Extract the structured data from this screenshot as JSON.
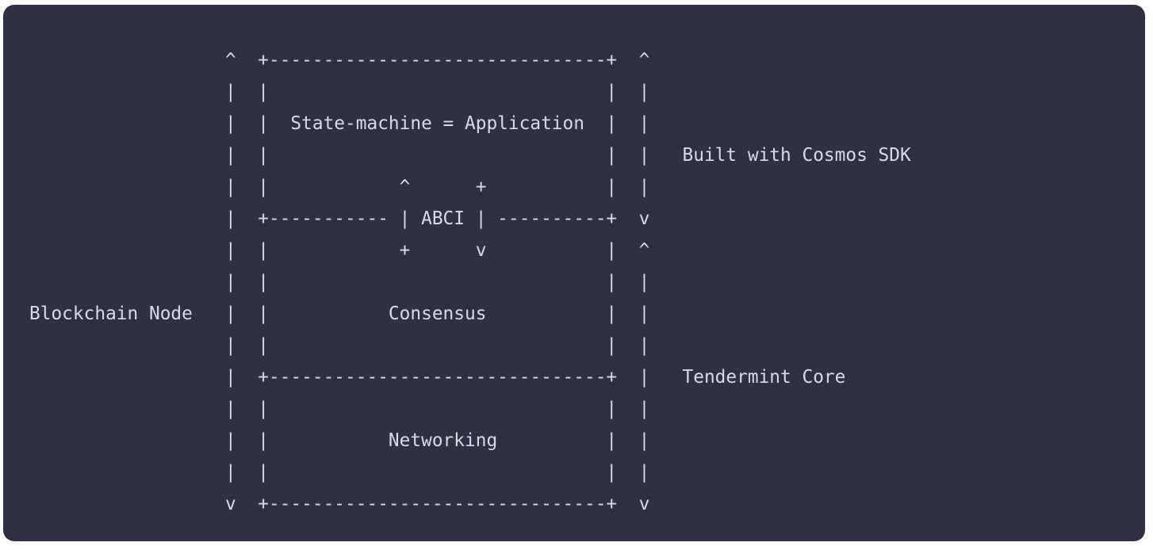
{
  "diagram": {
    "lines": [
      "                  ^  +-------------------------------+  ^",
      "                  |  |                               |  |",
      "                  |  |  State-machine = Application  |  |",
      "                  |  |                               |  |   Built with Cosmos SDK",
      "                  |  |            ^      +           |  |",
      "                  |  +----------- | ABCI | ----------+  v",
      "                  |  |            +      v           |  ^",
      "                  |  |                               |  |",
      "Blockchain Node   |  |           Consensus           |  |",
      "                  |  |                               |  |",
      "                  |  +-------------------------------+  |   Tendermint Core",
      "                  |  |                               |  |",
      "                  |  |           Networking          |  |",
      "                  |  |                               |  |",
      "                  v  +-------------------------------+  v"
    ]
  },
  "colors": {
    "background": "#2f3044",
    "text": "#d8dae4"
  }
}
